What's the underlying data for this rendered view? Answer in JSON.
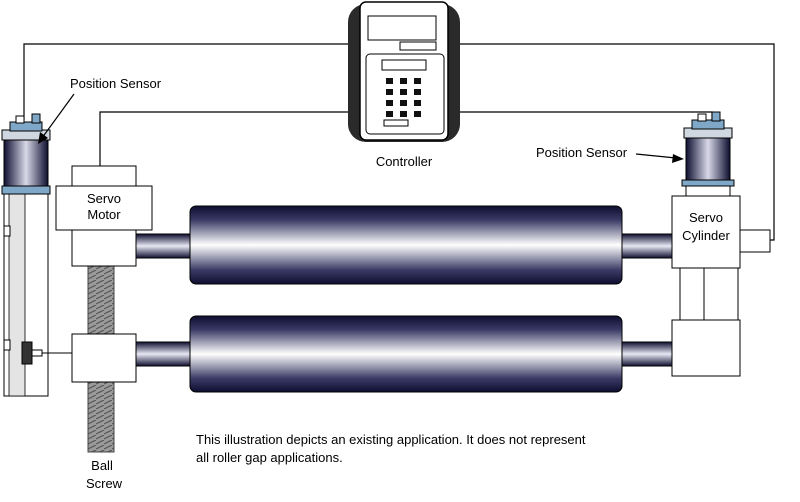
{
  "labels": {
    "controller": "Controller",
    "position_sensor_left": "Position Sensor",
    "position_sensor_right": "Position Sensor",
    "servo_motor_line1": "Servo",
    "servo_motor_line2": "Motor",
    "servo_cylinder_line1": "Servo",
    "servo_cylinder_line2": "Cylinder",
    "ball_screw_line1": "Ball",
    "ball_screw_line2": "Screw"
  },
  "note": {
    "line1": "This illustration depicts an existing application.  It does not represent",
    "line2": "all roller gap applications."
  },
  "colors": {
    "roller_dark": "#12123a",
    "roller_light": "#ffffff",
    "sensor_cap": "#7fa8c8",
    "line": "#000000"
  }
}
